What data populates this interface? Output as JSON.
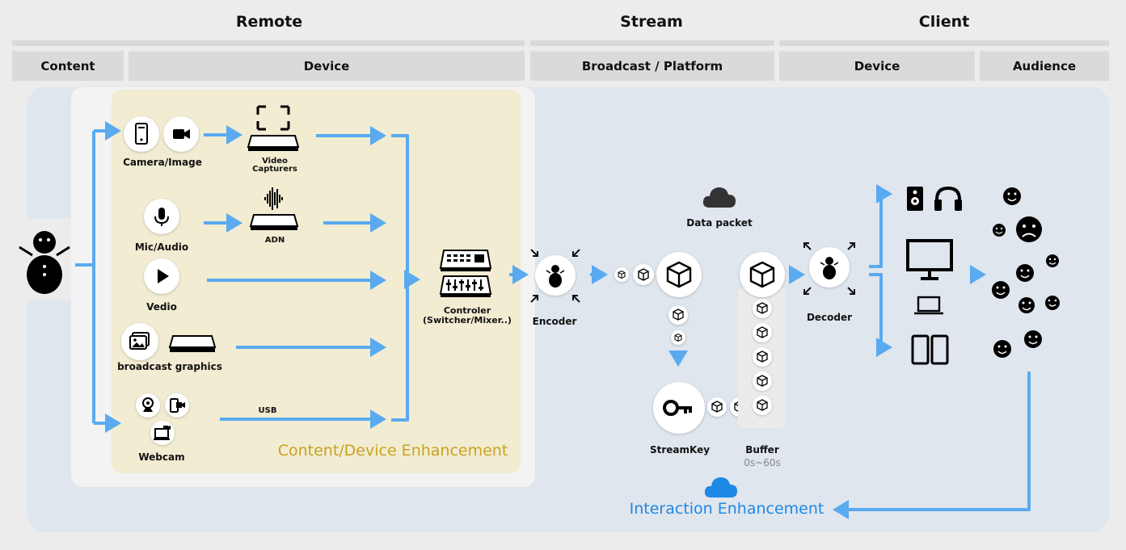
{
  "sections": {
    "remote": "Remote",
    "stream": "Stream",
    "client": "Client"
  },
  "columns": {
    "content": "Content",
    "device_remote": "Device",
    "broadcast": "Broadcast / Platform",
    "device_client": "Device",
    "audience": "Audience"
  },
  "sources": {
    "camera": "Camera/Image",
    "mic": "Mic/Audio",
    "video": "Vedio",
    "graphics": "broadcast graphics",
    "webcam": "Webcam"
  },
  "devices": {
    "video_capturers_line1": "Video",
    "video_capturers_line2": "Capturers",
    "adn": "ADN",
    "usb": "USB",
    "controller_line1": "Controler",
    "controller_line2": "(Switcher/Mixer..)"
  },
  "stream": {
    "encoder": "Encoder",
    "data_packet": "Data packet",
    "streamkey": "StreamKey",
    "buffer": "Buffer",
    "buffer_range": "0s~60s",
    "decoder": "Decoder"
  },
  "regions": {
    "content_enhancement": "Content/Device Enhancement",
    "interaction_enhancement": "Interaction Enhancement"
  },
  "colors": {
    "arrow": "#5aaaf0",
    "enhancement_text": "#c9a220",
    "interaction_text": "#1e88e5",
    "device_panel": "#f1ecd2",
    "stream_panel": "#dfe6ee"
  }
}
